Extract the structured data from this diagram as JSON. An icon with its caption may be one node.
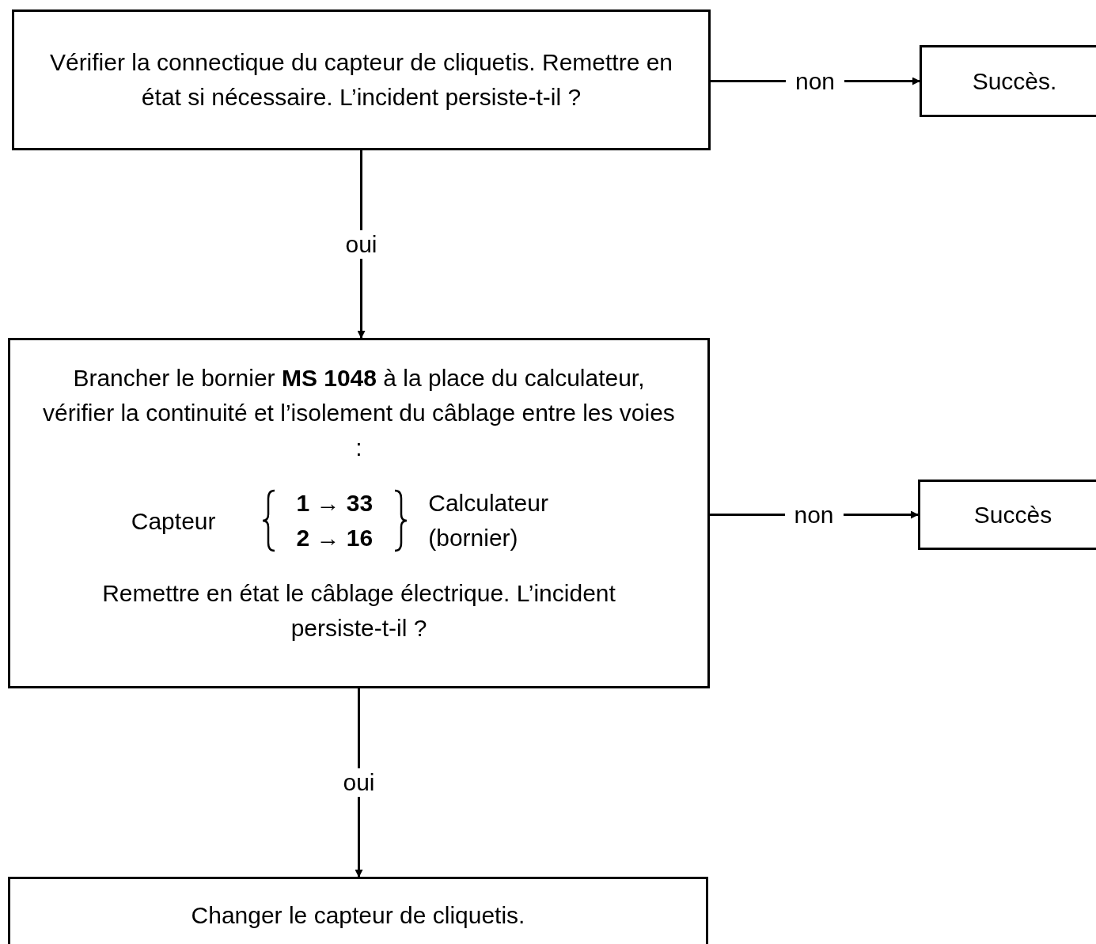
{
  "diagram": {
    "nodes": [
      {
        "text": [
          "Vérifier la connectique du capteur de cliquetis. Remettre en état si nécessaire. L’incident persiste-t-il ?"
        ]
      },
      {
        "text": [
          "Succès."
        ]
      },
      {
        "text": [
          "Brancher le bornier **MS 1048** à la place du calculateur, vérifier la continuité et l’isolement du câblage entre les voies :",
          "Capteur",
          "1 → 33",
          "2 → 16",
          "Calculateur (bornier)",
          "Remettre en état le câblage électrique. L’incident persiste-t-il ?"
        ]
      },
      {
        "text": [
          "Succès"
        ]
      },
      {
        "text": [
          "Changer le capteur de cliquetis."
        ]
      }
    ],
    "edges": [
      {
        "from": 0,
        "to": 1,
        "arrow": "to",
        "label": "non"
      },
      {
        "from": 0,
        "to": 2,
        "arrow": "to",
        "label": "oui"
      },
      {
        "from": 2,
        "to": 3,
        "arrow": "to",
        "label": "non"
      },
      {
        "from": 2,
        "to": 4,
        "arrow": "to",
        "label": "oui"
      }
    ]
  }
}
